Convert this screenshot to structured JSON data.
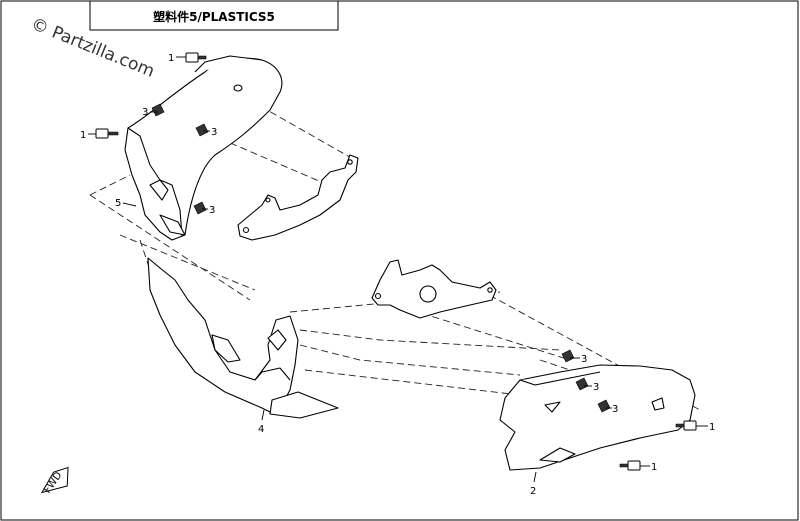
{
  "title": "塑料件5/PLASTICS5",
  "watermark": "© Partzilla.com",
  "fwd_label": "FWD",
  "callouts": {
    "c1_top": "1",
    "c1_left": "1",
    "c3_a": "3",
    "c3_b": "3",
    "c3_c": "3",
    "c5": "5",
    "c4": "4",
    "c3_d": "3",
    "c3_e": "3",
    "c3_f": "3",
    "c1_right_a": "1",
    "c1_right_b": "1",
    "c2": "2"
  },
  "icons": {
    "bolt": "flange-bolt-icon",
    "nut": "clip-nut-icon",
    "arrow": "fwd-arrow-icon"
  }
}
